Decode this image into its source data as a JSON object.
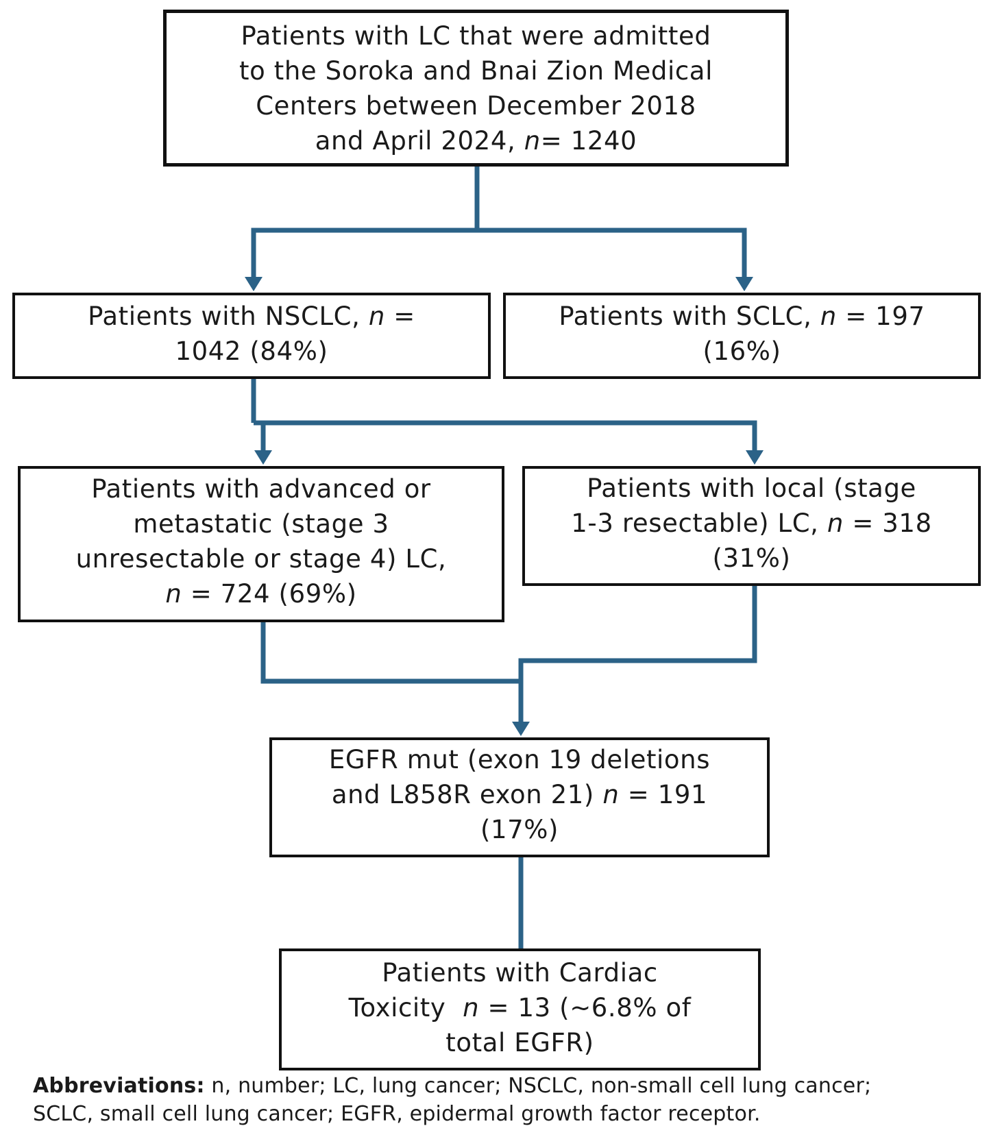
{
  "colors": {
    "connector": "#2b6287",
    "box_border": "#111111",
    "text": "#1a1a1a"
  },
  "boxes": {
    "top": {
      "lines": [
        "Patients with LC that were admitted",
        "to the Soroka and Bnai Zion Medical",
        "Centers between December 2018"
      ],
      "last_prefix": "and April 2024, ",
      "n": "n",
      "last_suffix": "= 1240"
    },
    "nsclc": {
      "prefix": "Patients with NSCLC, ",
      "n": "n",
      "suffix": " =",
      "line2": "1042 (84%)"
    },
    "sclc": {
      "prefix": "Patients with SCLC, ",
      "n": "n",
      "suffix": " = 197",
      "line2": "(16%)"
    },
    "advanced": {
      "lines": [
        "Patients with advanced or",
        "metastatic (stage 3",
        "unresectable or stage 4) LC,"
      ],
      "n": "n",
      "last_suffix": " = 724 (69%)"
    },
    "local": {
      "line1": "Patients with local (stage",
      "line2_prefix": "1-3 resectable) LC, ",
      "n": "n",
      "line2_suffix": " = 318",
      "line3": "(31%)"
    },
    "egfr": {
      "line1": "EGFR mut (exon 19 deletions",
      "line2_prefix": "and L858R exon 21) ",
      "n": "n",
      "line2_suffix": " = 191",
      "line3": "(17%)"
    },
    "cardiac": {
      "line1": "Patients with Cardiac",
      "line2_prefix": "Toxicity  ",
      "n": "n",
      "line2_suffix": " = 13 (~6.8% of",
      "line3": "total EGFR)"
    }
  },
  "abbreviations": {
    "label": "Abbreviations:",
    "line1": " n, number; LC, lung cancer; NSCLC, non-small cell lung cancer;",
    "line2": "SCLC, small cell lung cancer; EGFR, epidermal growth factor receptor."
  }
}
